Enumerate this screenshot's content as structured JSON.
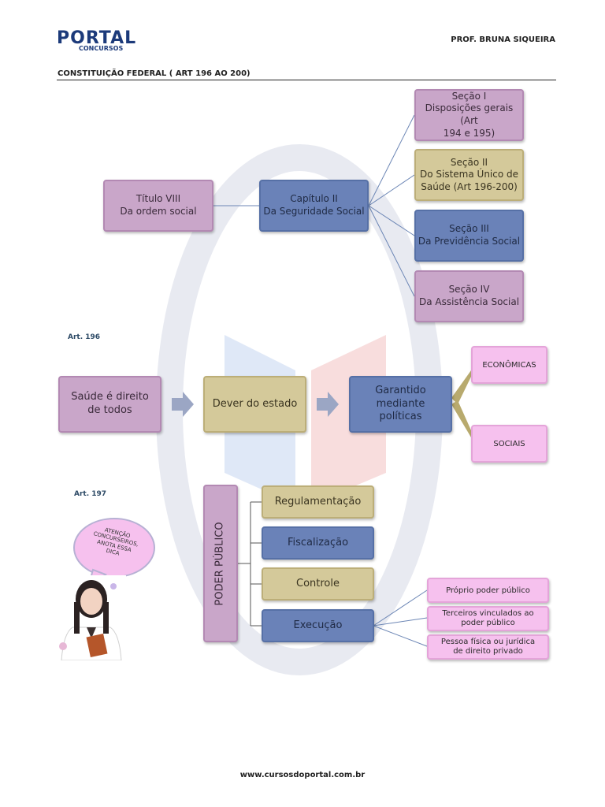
{
  "header": {
    "logo_main": "PORTAL",
    "logo_sub": "CONCURSOS",
    "author": "PROF. BRUNA SIQUEIRA",
    "doc_title": "CONSTITUIÇÃO FEDERAL ( ART 196 AO 200)"
  },
  "diagram1": {
    "titulo": [
      "Título VIII",
      "Da ordem social"
    ],
    "capitulo": [
      "Capítulo II",
      "Da Seguridade Social"
    ],
    "secao1": [
      "Seção I",
      "Disposições gerais (Art",
      "194 e 195)"
    ],
    "secao2": [
      "Seção II",
      "Do Sistema Único de",
      "Saúde (Art 196-200)"
    ],
    "secao3": [
      "Seção III",
      "Da Previdência Social"
    ],
    "secao4": [
      "Seção IV",
      "Da Assistência Social"
    ]
  },
  "art196": {
    "label": "Art. 196",
    "box1": [
      "Saúde é direito",
      "de todos"
    ],
    "box2": "Dever do estado",
    "box3": [
      "Garantido",
      "mediante",
      "políticas"
    ],
    "opt1": "ECONÔMICAS",
    "opt2": "SOCIAIS"
  },
  "art197": {
    "label": "Art. 197",
    "vertical": "PODER PÚBLICO",
    "items": [
      "Regulamentação",
      "Fiscalização",
      "Controle",
      "Execução"
    ],
    "exec": [
      "Próprio poder público",
      "Terceiros vinculados ao",
      "poder público",
      "Pessoa física ou jurídica",
      "de direito privado"
    ],
    "bubble": [
      "ATENÇÃO",
      "CONCURSEIROS,",
      "ANOTA ESSA",
      "DICA"
    ]
  },
  "footer": {
    "url": "www.cursosdoportal.com.br"
  }
}
